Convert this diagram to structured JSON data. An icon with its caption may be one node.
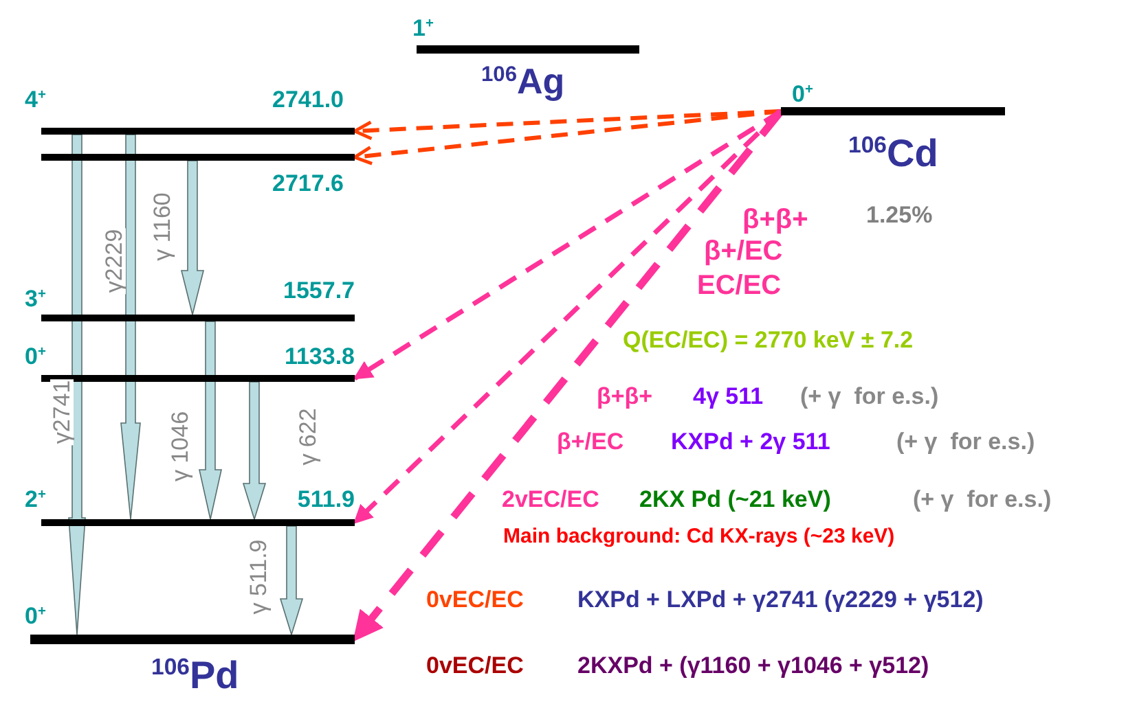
{
  "diagram": {
    "nodes": [
      {
        "text": [
          "1$^{+}$"
        ],
        "beside": [
          "$^{106}$Ag"
        ]
      },
      {
        "text": [
          "0$^{+}$"
        ],
        "beside": [
          "$^{106}$Cd",
          "1.25%"
        ]
      },
      {
        "text": [
          "4$^{+}$",
          "2741.0"
        ]
      },
      {
        "text": [
          "2717.6"
        ]
      },
      {
        "text": [
          "3$^{+}$",
          "1557.7"
        ]
      },
      {
        "text": [
          "0$^{+}$",
          "1133.8"
        ]
      },
      {
        "text": [
          "2$^{+}$",
          "511.9"
        ]
      },
      {
        "text": [
          "0$^{+}$"
        ],
        "beside": [
          "$^{106}$Pd"
        ]
      }
    ],
    "edges": [
      {
        "from": 1,
        "to": 2,
        "arrow": "to",
        "style": "dashed",
        "color": "#ff4000"
      },
      {
        "from": 1,
        "to": 3,
        "arrow": "to",
        "style": "dashed",
        "color": "#ff4000"
      },
      {
        "from": 1,
        "to": 5,
        "arrow": "to",
        "style": "dashed",
        "color": "#ff3399"
      },
      {
        "from": 1,
        "to": 6,
        "arrow": "to",
        "style": "dashed",
        "color": "#ff3399"
      },
      {
        "from": 1,
        "to": 7,
        "arrow": "to",
        "style": "dashed",
        "color": "#ff3399"
      },
      {
        "from": 2,
        "to": 7,
        "arrow": "to",
        "label": "γ2741"
      },
      {
        "from": 2,
        "to": 6,
        "arrow": "to",
        "label": "γ2229"
      },
      {
        "from": 3,
        "to": 4,
        "arrow": "to",
        "label": "γ 1160"
      },
      {
        "from": 4,
        "to": 6,
        "arrow": "to",
        "label": "γ 1046"
      },
      {
        "from": 5,
        "to": 6,
        "arrow": "to",
        "label": "γ 622"
      },
      {
        "from": 6,
        "to": 7,
        "arrow": "to",
        "label": "γ 511.9"
      }
    ],
    "labels": [
      "β+β+",
      "β+/EC",
      "EC/EC",
      "Q(EC/EC) = 2770 keV ± 7.2",
      "β+β+",
      "4γ 511",
      "(+ γ  for e.s.)",
      "β+/EC",
      "KXPd + 2γ 511",
      "(+ γ  for e.s.)",
      "2vEC/EC",
      "2KX Pd (~21 keV)",
      "(+ γ  for e.s.)",
      "Main background: Cd KX-rays (~23 keV)",
      "0vEC/EC",
      "KXPd + LXPd + γ2741 (γ2229 + γ512)",
      "0vEC/EC",
      "2KXPd + (γ1160 + γ1046 + γ512)"
    ]
  }
}
